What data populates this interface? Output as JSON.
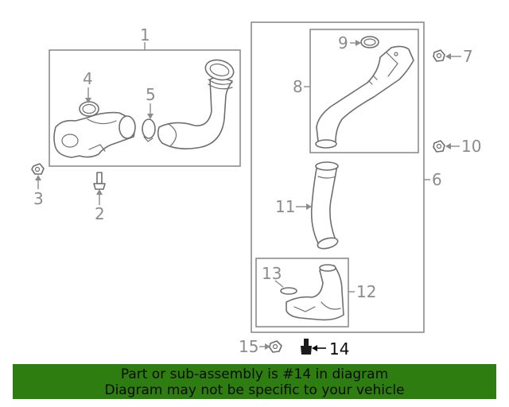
{
  "callouts": {
    "c1": "1",
    "c2": "2",
    "c3": "3",
    "c4": "4",
    "c5": "5",
    "c6": "6",
    "c7": "7",
    "c8": "8",
    "c9": "9",
    "c10": "10",
    "c11": "11",
    "c12": "12",
    "c13": "13",
    "c14": "14",
    "c15": "15"
  },
  "highlight_part": "14",
  "colors": {
    "banner_bg": "#2e7d10",
    "line": "#8c8c8c",
    "highlight": "#0a0a0a"
  },
  "banner": {
    "line1": "Part or sub-assembly is #14 in diagram",
    "line2": "Diagram may not be specific to your vehicle"
  }
}
